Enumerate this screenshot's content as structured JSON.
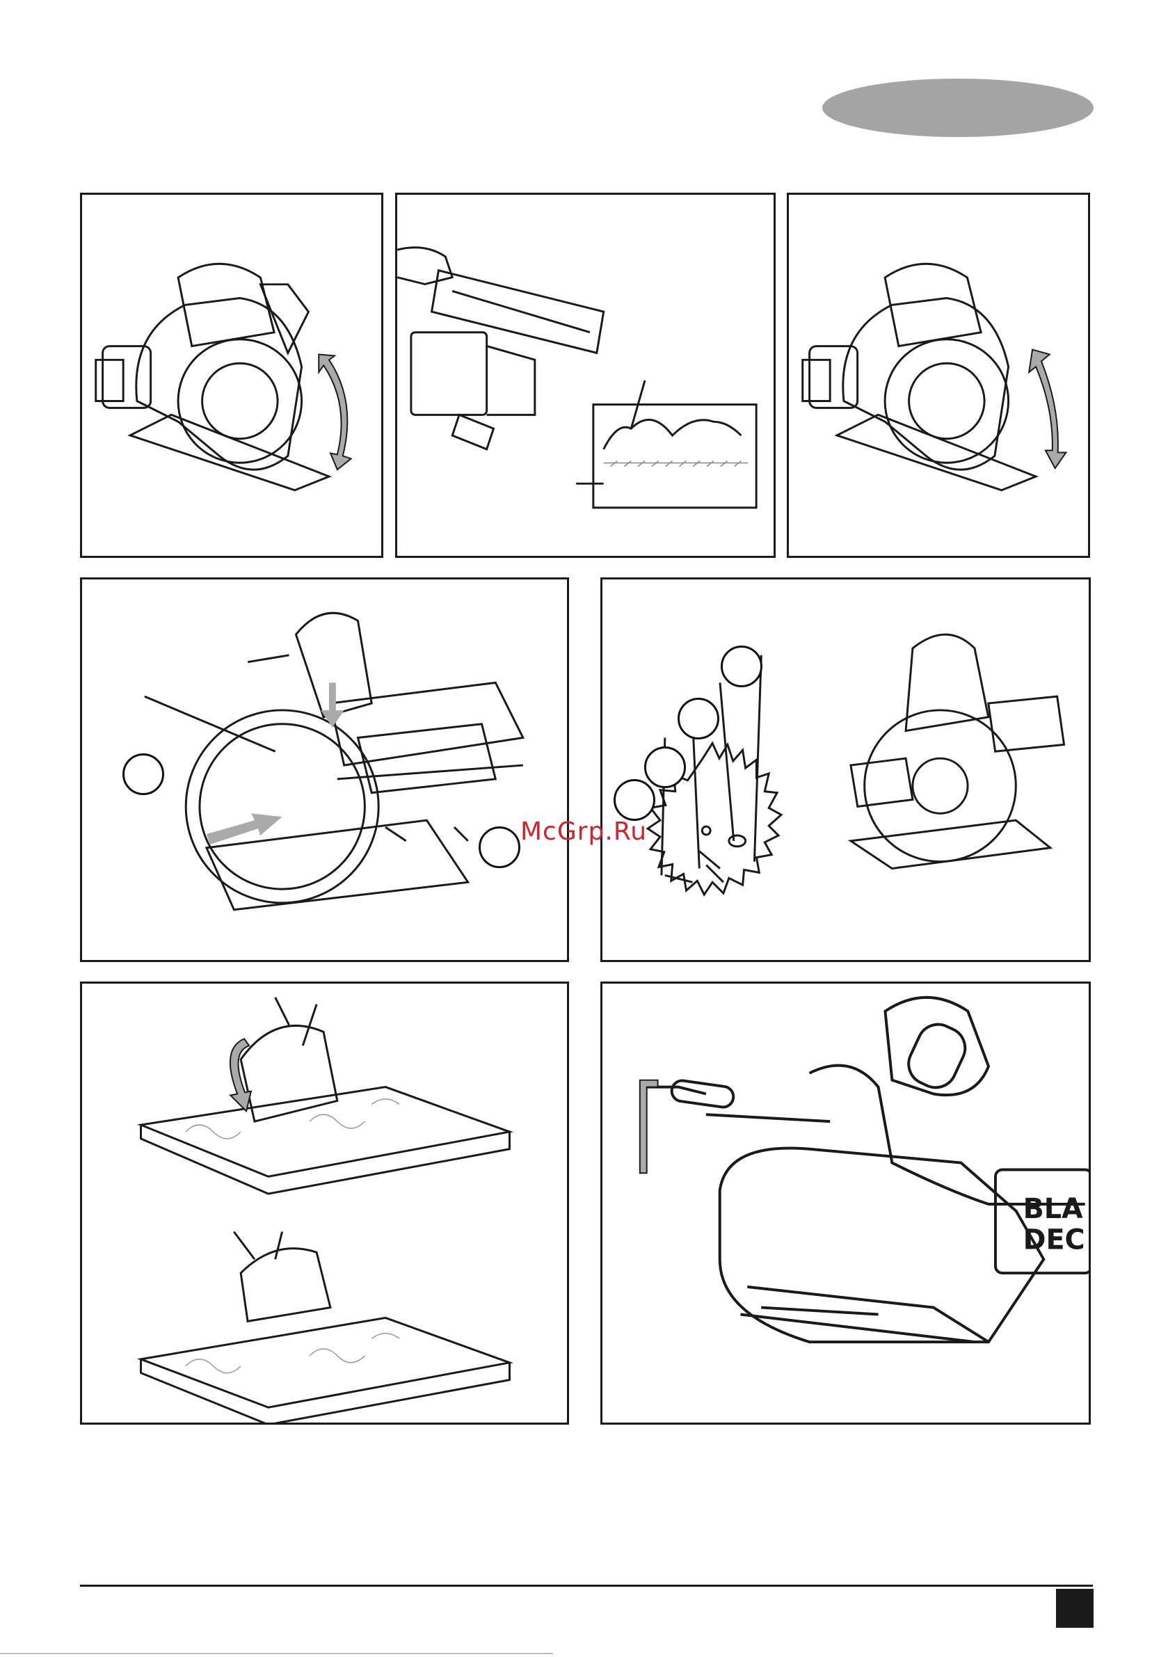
{
  "watermark": {
    "text": "McGrp.Ru",
    "color": "#d2232a"
  },
  "colors": {
    "line": "#1a1a1a",
    "pill": "#a4a4a4",
    "arrow": "#aaaaaa"
  },
  "panels": [
    {
      "id": "fig-a",
      "content": "circular-saw-depth-adjust"
    },
    {
      "id": "fig-b",
      "content": "saw-base-with-cut-detail"
    },
    {
      "id": "fig-c",
      "content": "circular-saw-bevel-adjust"
    },
    {
      "id": "fig-d",
      "content": "blade-lock-and-spindle"
    },
    {
      "id": "fig-e",
      "content": "blade-parts-exploded"
    },
    {
      "id": "fig-f",
      "content": "sawing-on-workpiece"
    },
    {
      "id": "fig-g",
      "content": "hex-key-storage-closeup"
    }
  ],
  "closeup_logo": {
    "line1": "BLA",
    "line2": "DEC"
  }
}
